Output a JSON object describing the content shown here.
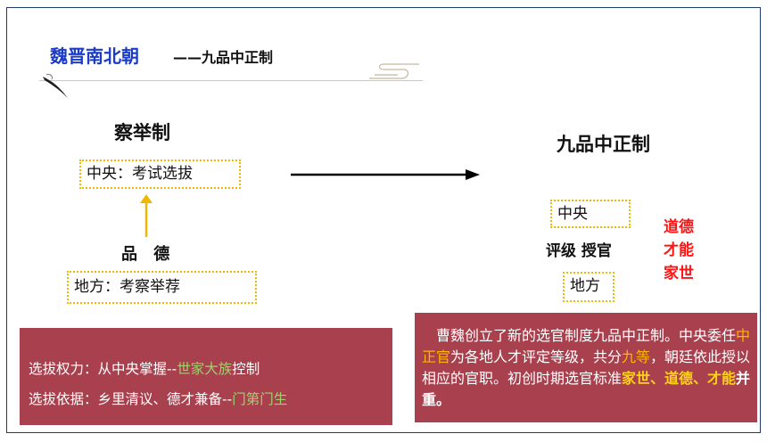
{
  "header": {
    "title": "魏晋南北朝",
    "subtitle": "——九品中正制"
  },
  "left": {
    "heading": "察举制",
    "central_box": "中央：考试选拔",
    "criteria_label": "品 德",
    "local_box": "地方：考察举荐"
  },
  "right": {
    "heading": "九品中正制",
    "central_box": "中央",
    "action_label": "评级 授官",
    "local_box": "地方",
    "standards": [
      "道德",
      "才能",
      "家世"
    ]
  },
  "panel_left": {
    "line1": {
      "prefix": "选拔权力：从中央掌握--",
      "highlight": "世家大族",
      "suffix": "控制"
    },
    "line2": {
      "prefix": "选拔依据：乡里清议、德才兼备--",
      "highlight": "门第门生"
    }
  },
  "panel_right": {
    "p1": "　曹魏创立了新的选官制度九品中正制。中央委任",
    "hl1": "中正官",
    "p2": "为各地人才评定等级，共分",
    "hl2": "九等",
    "p3": "，朝廷依此授以相应的官职。初创时期选官标准",
    "hl3": "家世、道德、才能",
    "p4": "并重。"
  },
  "colors": {
    "title_blue": "#1a3cc8",
    "panel_bg": "#a8404e",
    "highlight_green": "#9ed36a",
    "highlight_orange": "#ffb400",
    "standard_red": "#ff1414",
    "dotted_border": "#f0b800"
  }
}
